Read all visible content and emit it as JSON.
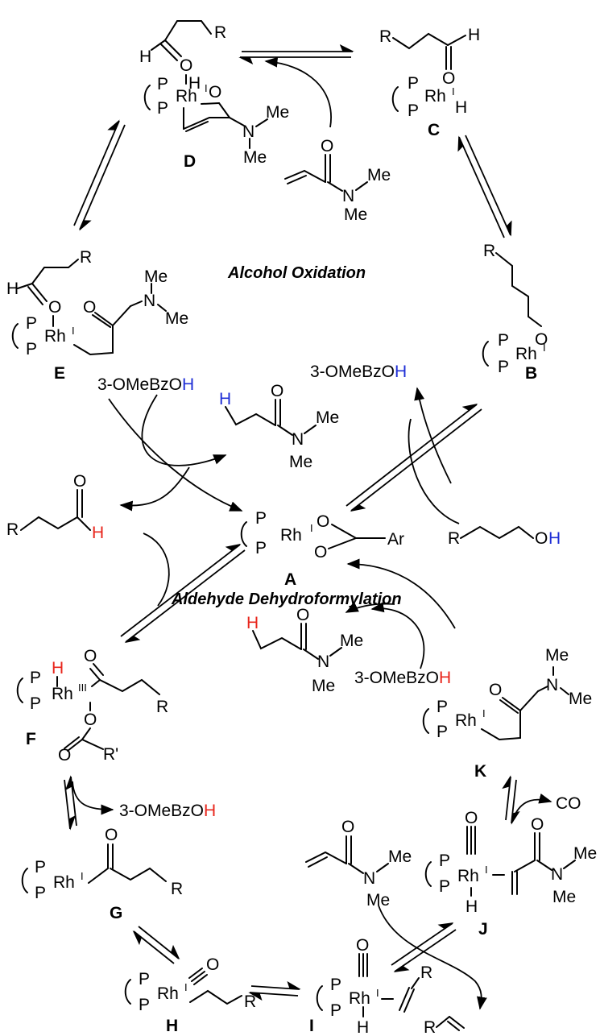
{
  "headings": {
    "alcohol_oxidation": "Alcohol Oxidation",
    "aldehyde_dehydroformylation": "Aldehyde Dehydroformylation"
  },
  "compound_labels": {
    "A": "A",
    "B": "B",
    "C": "C",
    "D": "D",
    "E": "E",
    "F": "F",
    "G": "G",
    "H": "H",
    "I": "I",
    "J": "J",
    "K": "K"
  },
  "atoms": {
    "P": "P",
    "Rh": "Rh",
    "O": "O",
    "H": "H",
    "N": "N",
    "Me": "Me",
    "R": "R",
    "Ar": "Ar",
    "Rprime": "R'",
    "OH": "OH",
    "CO": "CO"
  },
  "oxidation_states": {
    "rh1": "I",
    "rh3": "III"
  },
  "reagents": {
    "acid_prefix": "3-OMeBzO",
    "acid_h": "H"
  },
  "colors": {
    "red_hydrogen": "#e8261c",
    "blue_hydrogen": "#1f2fd6",
    "ink": "#000000"
  }
}
